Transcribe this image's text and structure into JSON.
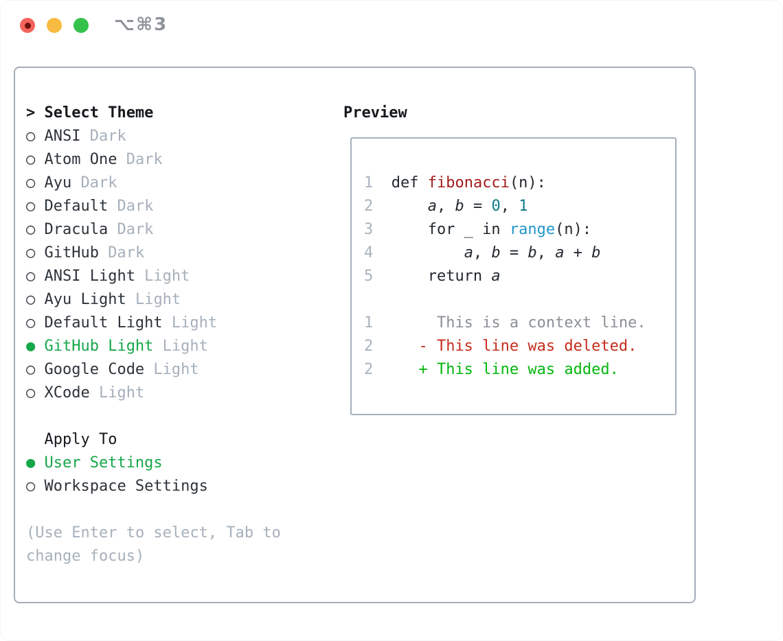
{
  "window": {
    "title": "⌥⌘3",
    "traffic_lights": [
      {
        "name": "close",
        "color": "#f4645c",
        "dot": "#6b130c"
      },
      {
        "name": "minimize",
        "color": "#f6bb40",
        "dot": ""
      },
      {
        "name": "zoom",
        "color": "#35c24c",
        "dot": ""
      }
    ]
  },
  "colors": {
    "panel_border": "#a6aeb8",
    "text_primary": "#2d333a",
    "text_heading": "#15181c",
    "text_muted": "#a6b0bc",
    "selected_green": "#16a74a",
    "line_number": "#a9b3be",
    "code_default": "#24292f",
    "func_red": "#a41c1c",
    "number_teal": "#0d7e87",
    "builtin_blue": "#1f96c9",
    "context_gray": "#8b9096",
    "deleted_red": "#c52d1c",
    "added_green": "#04b70d",
    "title_gray": "#8e939b"
  },
  "left": {
    "prompt_marker": ">",
    "prompt_label": "Select Theme",
    "markers": {
      "selected": "●",
      "unselected": "○"
    },
    "themes": [
      {
        "name": "ANSI",
        "variant": "Dark",
        "selected": false
      },
      {
        "name": "Atom One",
        "variant": "Dark",
        "selected": false
      },
      {
        "name": "Ayu",
        "variant": "Dark",
        "selected": false
      },
      {
        "name": "Default",
        "variant": "Dark",
        "selected": false
      },
      {
        "name": "Dracula",
        "variant": "Dark",
        "selected": false
      },
      {
        "name": "GitHub",
        "variant": "Dark",
        "selected": false
      },
      {
        "name": "ANSI Light",
        "variant": "Light",
        "selected": false
      },
      {
        "name": "Ayu Light",
        "variant": "Light",
        "selected": false
      },
      {
        "name": "Default Light",
        "variant": "Light",
        "selected": false
      },
      {
        "name": "GitHub Light",
        "variant": "Light",
        "selected": true
      },
      {
        "name": "Google Code",
        "variant": "Light",
        "selected": false
      },
      {
        "name": "XCode",
        "variant": "Light",
        "selected": false
      }
    ],
    "apply_heading": "Apply To",
    "apply_options": [
      {
        "label": "User Settings",
        "selected": true
      },
      {
        "label": "Workspace Settings",
        "selected": false
      }
    ],
    "hint_lines": [
      "(Use Enter to select, Tab to",
      "change focus)"
    ]
  },
  "preview": {
    "heading": "Preview",
    "lines": [
      {
        "num": "1",
        "segments": [
          [
            "  def ",
            "code"
          ],
          [
            "fibonacci",
            "func"
          ],
          [
            "(n):",
            "code"
          ]
        ]
      },
      {
        "num": "2",
        "segments": [
          [
            "      ",
            "code"
          ],
          [
            "a",
            "var"
          ],
          [
            ", ",
            "code"
          ],
          [
            "b",
            "var"
          ],
          [
            " = ",
            "code"
          ],
          [
            "0",
            "num"
          ],
          [
            ", ",
            "code"
          ],
          [
            "1",
            "num"
          ]
        ]
      },
      {
        "num": "3",
        "segments": [
          [
            "      for _ in ",
            "code"
          ],
          [
            "range",
            "builtin"
          ],
          [
            "(n):",
            "code"
          ]
        ]
      },
      {
        "num": "4",
        "segments": [
          [
            "          ",
            "code"
          ],
          [
            "a",
            "var"
          ],
          [
            ", ",
            "code"
          ],
          [
            "b",
            "var"
          ],
          [
            " = ",
            "code"
          ],
          [
            "b",
            "var"
          ],
          [
            ", ",
            "code"
          ],
          [
            "a",
            "var"
          ],
          [
            " + ",
            "code"
          ],
          [
            "b",
            "var"
          ]
        ]
      },
      {
        "num": "5",
        "segments": [
          [
            "      return ",
            "code"
          ],
          [
            "a",
            "var"
          ]
        ]
      },
      {
        "num": "",
        "segments": []
      },
      {
        "num": "1",
        "segments": [
          [
            "       This is a context line.",
            "ctx"
          ]
        ]
      },
      {
        "num": "2",
        "segments": [
          [
            "     - This line was deleted.",
            "del"
          ]
        ]
      },
      {
        "num": "2",
        "segments": [
          [
            "     + This line was added.",
            "add"
          ]
        ]
      }
    ]
  }
}
